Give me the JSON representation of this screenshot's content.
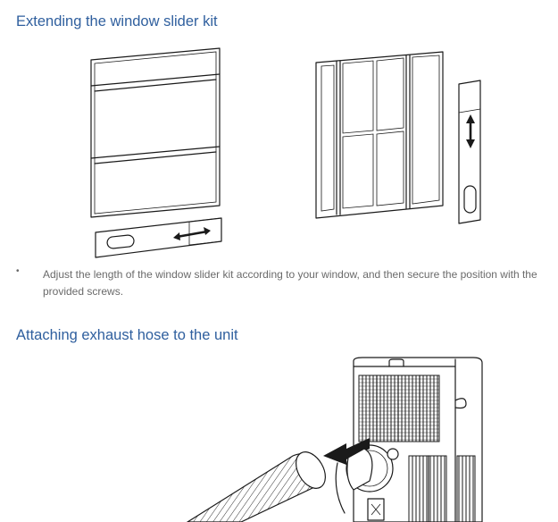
{
  "sections": [
    {
      "heading": "Extending the window slider kit",
      "bullets": [
        "Adjust the length of the window slider kit according to your window, and then secure the position with the provided screws."
      ]
    },
    {
      "heading": "Attaching exhaust hose to the unit"
    }
  ],
  "bullet_symbol": "•",
  "colors": {
    "heading": "#2f5f9e",
    "body_text": "#6a6a6a",
    "line_art": "#1a1a1a"
  }
}
